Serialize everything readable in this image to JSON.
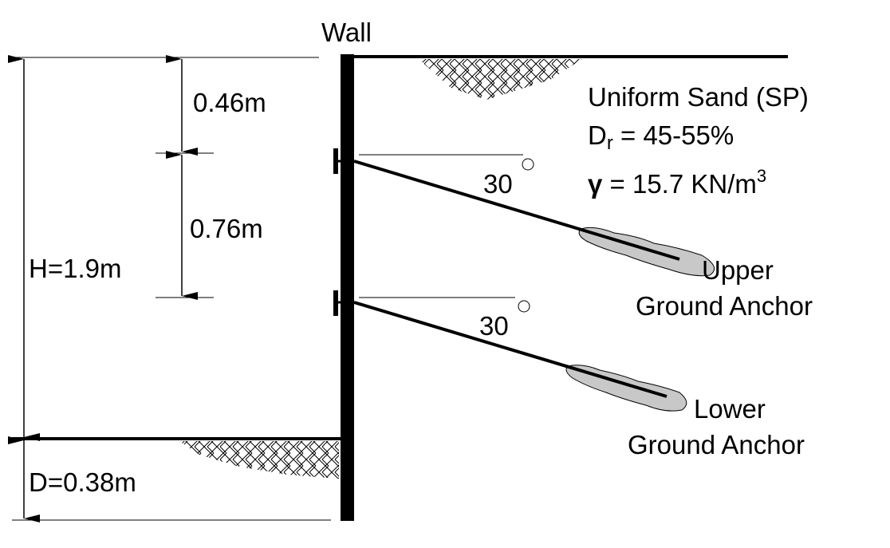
{
  "labels": {
    "wall": "Wall",
    "soil_type": "Uniform Sand (SP)",
    "dr_symbol": "D",
    "dr_sub": "r",
    "dr_value": " = 45-55%",
    "gamma_symbol": "γ",
    "gamma_value": " = 15.7 KN/m",
    "gamma_exp": "3",
    "dim_upper": "0.46m",
    "dim_middle": "0.76m",
    "dim_height": "H=1.9m",
    "dim_embed": "D=0.38m",
    "angle_upper": "30",
    "angle_lower": "30",
    "upper_anchor_line1": "Upper",
    "upper_anchor_line2": "Ground Anchor",
    "lower_anchor_line1": "Lower",
    "lower_anchor_line2": "Ground Anchor"
  },
  "colors": {
    "line": "#000000",
    "grout": "#c8c8c8"
  }
}
